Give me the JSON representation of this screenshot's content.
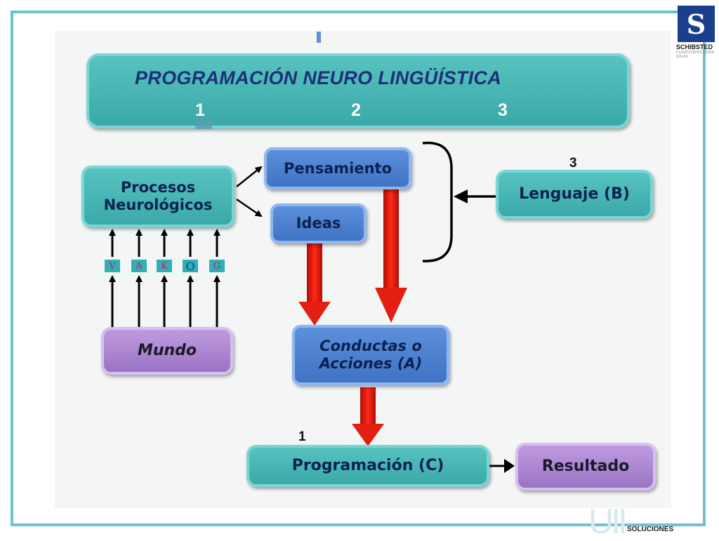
{
  "title": "PROGRAMACIÓN NEURO LINGÜÍSTICA",
  "title_numbers": [
    "1",
    "2",
    "3"
  ],
  "nodes": {
    "procesos": "Procesos\nNeurológicos",
    "pensamiento": "Pensamiento",
    "ideas": "Ideas",
    "lenguaje": "Lenguaje (B)",
    "mundo": "Mundo",
    "conductas": "Conductas o\nAcciones (A)",
    "programacion": "Programación (C)",
    "resultado": "Resultado"
  },
  "vakog": [
    "V",
    "A",
    "K",
    "O",
    "G"
  ],
  "side_numbers": {
    "lenguaje": "3",
    "programacion": "1"
  },
  "logo": {
    "mark": "S",
    "name": "SCHIBSTED",
    "subtitle": "CLASIFICADOS MEDIA SOLAS"
  },
  "footer": {
    "mark": "UII",
    "text": "SOLUCIONES"
  },
  "colors": {
    "teal": "#3aa9a9",
    "blue": "#4a7fd0",
    "purple": "#a57fd0",
    "title_text": "#1d2f78",
    "arrow_red": "#e21f10",
    "frame": "#6ec2d0"
  }
}
